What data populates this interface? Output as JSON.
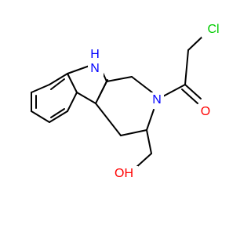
{
  "colors": {
    "carbon_bond": "#000000",
    "nitrogen": "#0000ff",
    "oxygen": "#ff0000",
    "chlorine": "#00cc00",
    "background": "#ffffff"
  },
  "atoms": {
    "nh": "N",
    "nh_h": "H",
    "amide_n": "N",
    "carbonyl_o": "O",
    "chlorine": "Cl",
    "hydroxyl": "OH"
  }
}
